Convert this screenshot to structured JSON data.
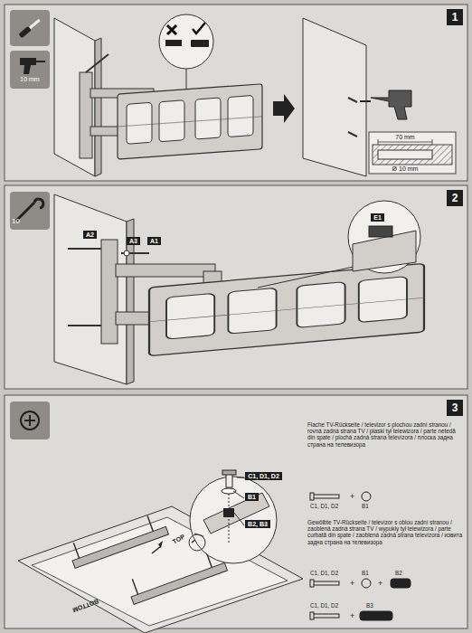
{
  "diagram": {
    "nodes": [
      {
        "text": [
          "1"
        ]
      },
      {
        "text": [
          "2"
        ]
      },
      {
        "text": [
          "A2"
        ]
      },
      {
        "text": [
          "A3"
        ]
      },
      {
        "text": [
          "A1"
        ]
      },
      {
        "text": [
          "E1"
        ]
      },
      {
        "text": [
          "3"
        ]
      },
      {
        "text": [
          "C1, D1, D2"
        ]
      },
      {
        "text": [
          "B1"
        ]
      },
      {
        "text": [
          "B2, B3"
        ]
      }
    ],
    "labels": [
      "10 mm",
      "70 mm",
      "Ø 10 mm",
      "10",
      "TOP",
      "BOTTOM",
      "Flache TV-Rückseite / televizor s plochou zadní stranou / rovná zadná strana TV / płaski tył telewizora / parte netedă din spate / plochá zadná strana televízora / плоска задна страна на телевизора",
      "C1, D1, D2",
      "B1",
      "Gewölbte TV-Rückseite / televizor s oblou zadní stranou / zaoblená zadná strana TV / wypukły tył telewizora / parte curbată din spate / zaoblená zadná strana televízora / извита задна страна на телевизора",
      "C1, D1, D2",
      "B1",
      "B2",
      "C1, D1, D2",
      "B3"
    ]
  }
}
